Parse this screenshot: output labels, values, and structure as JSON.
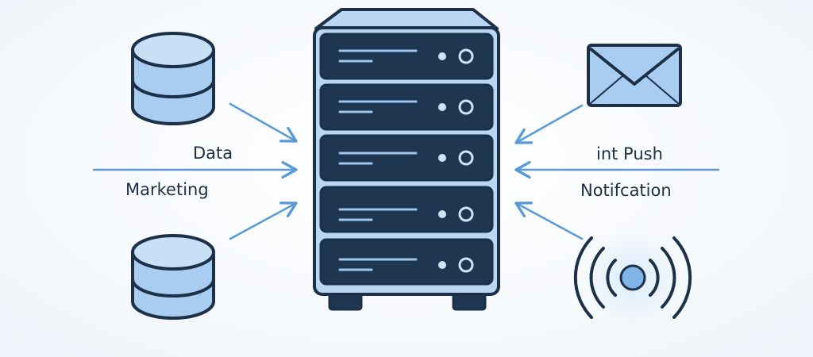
{
  "labels": {
    "data": "Data",
    "marketing": "Marketing",
    "push": "int Push",
    "notification": "Notifcation"
  },
  "icons": {
    "server": "server-rack-icon",
    "database_top": "database-icon",
    "database_bottom": "database-icon",
    "mail": "envelope-icon",
    "broadcast": "broadcast-signal-icon"
  },
  "colors": {
    "outline": "#1c3048",
    "server_fill": "#1f3650",
    "server_panel": "#b9d6f2",
    "icon_fill": "#a8cdf0",
    "arrow": "#5a9bd5",
    "text": "#1d2f45"
  }
}
